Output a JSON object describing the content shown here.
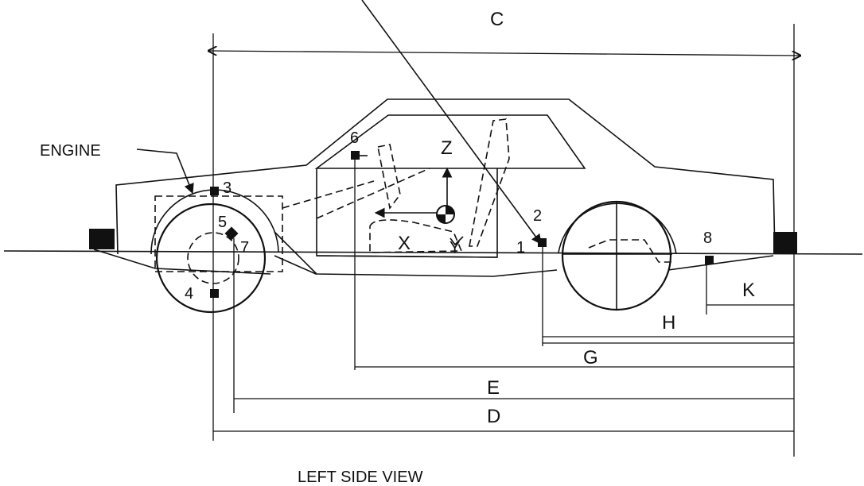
{
  "labels": {
    "engine": "ENGINE",
    "caption": "LEFT SIDE VIEW",
    "axis_x": "X",
    "axis_y": "Y",
    "axis_z": "Z"
  },
  "dimensions": {
    "c": "C",
    "d": "D",
    "e": "E",
    "g": "G",
    "h": "H",
    "k": "K"
  },
  "points": {
    "p1": "1",
    "p2": "2",
    "p3": "3",
    "p4": "4",
    "p5": "5",
    "p6": "6",
    "p7": "7",
    "p8": "8"
  }
}
